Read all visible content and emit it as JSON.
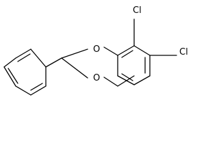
{
  "molecule": {
    "atoms": {
      "cl_top": "Cl",
      "cl_right": "Cl",
      "o_upper": "O",
      "o_lower": "O"
    },
    "colors": {
      "bond": "#000000",
      "label": "#000000",
      "background": "#ffffff"
    }
  }
}
